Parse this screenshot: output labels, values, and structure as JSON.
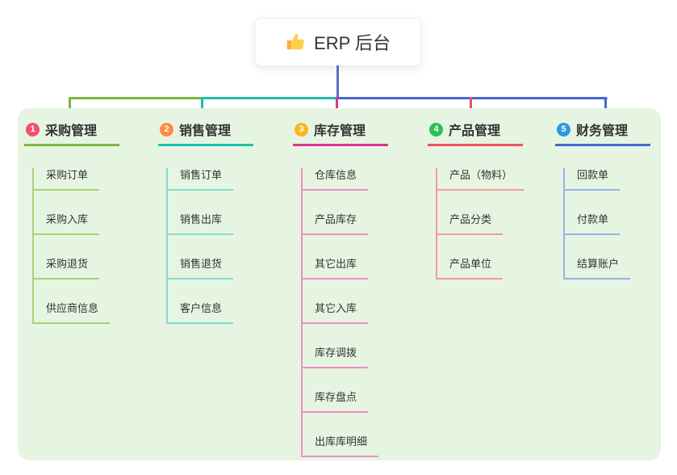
{
  "root": {
    "label": "ERP 后台",
    "icon": "thumbs-up-icon",
    "connector_color": "#5C6BC0"
  },
  "panel_background": "#e6f5e2",
  "branches": [
    {
      "index": "1",
      "label": "采购管理",
      "badge_color": "#F4516C",
      "line_color": "#7CB93E",
      "child_line_color": "#A9D178",
      "children": [
        "采购订单",
        "采购入库",
        "采购退货",
        "供应商信息"
      ]
    },
    {
      "index": "2",
      "label": "销售管理",
      "badge_color": "#FF8A45",
      "line_color": "#1DBFAD",
      "child_line_color": "#82DCCF",
      "children": [
        "销售订单",
        "销售出库",
        "销售退货",
        "客户信息"
      ]
    },
    {
      "index": "3",
      "label": "库存管理",
      "badge_color": "#FFB51E",
      "line_color": "#D93690",
      "child_line_color": "#EE8FC4",
      "children": [
        "仓库信息",
        "产品库存",
        "其它出库",
        "其它入库",
        "库存调拨",
        "库存盘点",
        "出库库明细"
      ]
    },
    {
      "index": "4",
      "label": "产品管理",
      "badge_color": "#2EBE58",
      "line_color": "#EF4F5F",
      "child_line_color": "#F49A9A",
      "children": [
        "产品（物料）",
        "产品分类",
        "产品单位"
      ]
    },
    {
      "index": "5",
      "label": "财务管理",
      "badge_color": "#2C9BE0",
      "line_color": "#4169D1",
      "child_line_color": "#9AB0E8",
      "children": [
        "回款单",
        "付款单",
        "结算账户"
      ]
    }
  ]
}
